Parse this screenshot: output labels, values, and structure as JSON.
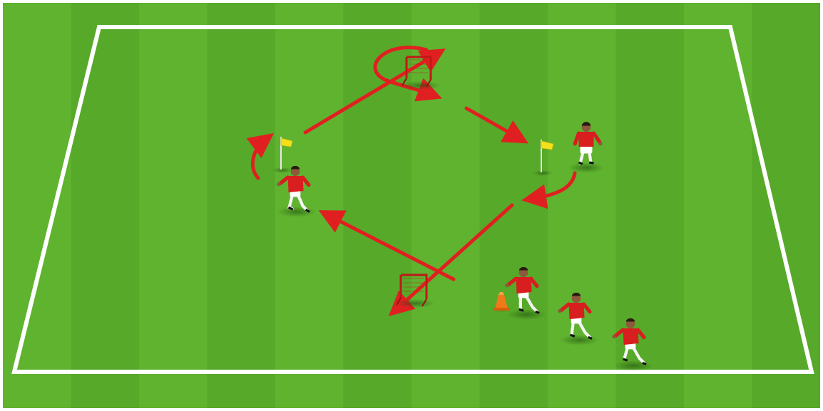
{
  "diagram": {
    "pitch": {
      "grass_light": "#5fb32f",
      "grass_dark": "#4e9e24",
      "line_color": "#ffffff"
    },
    "colors": {
      "arrow": "#e02020",
      "player_shirt": "#d81e1e",
      "player_shorts": "#ffffff",
      "skin": "#8a5a3a",
      "flag": "#f3e21a",
      "cone": "#f07a1a",
      "goal_frame": "#c21818"
    },
    "elements": [
      {
        "name": "flag-left-icon",
        "kind": "flag"
      },
      {
        "name": "flag-right-icon",
        "kind": "flag"
      },
      {
        "name": "mini-goal-top-icon",
        "kind": "mini-goal"
      },
      {
        "name": "mini-goal-bottom-icon",
        "kind": "mini-goal"
      },
      {
        "name": "cone-icon",
        "kind": "cone"
      },
      {
        "name": "player-left",
        "kind": "player"
      },
      {
        "name": "player-right",
        "kind": "player"
      },
      {
        "name": "player-queue-1",
        "kind": "player"
      },
      {
        "name": "player-queue-2",
        "kind": "player"
      },
      {
        "name": "player-queue-3",
        "kind": "player"
      }
    ]
  }
}
